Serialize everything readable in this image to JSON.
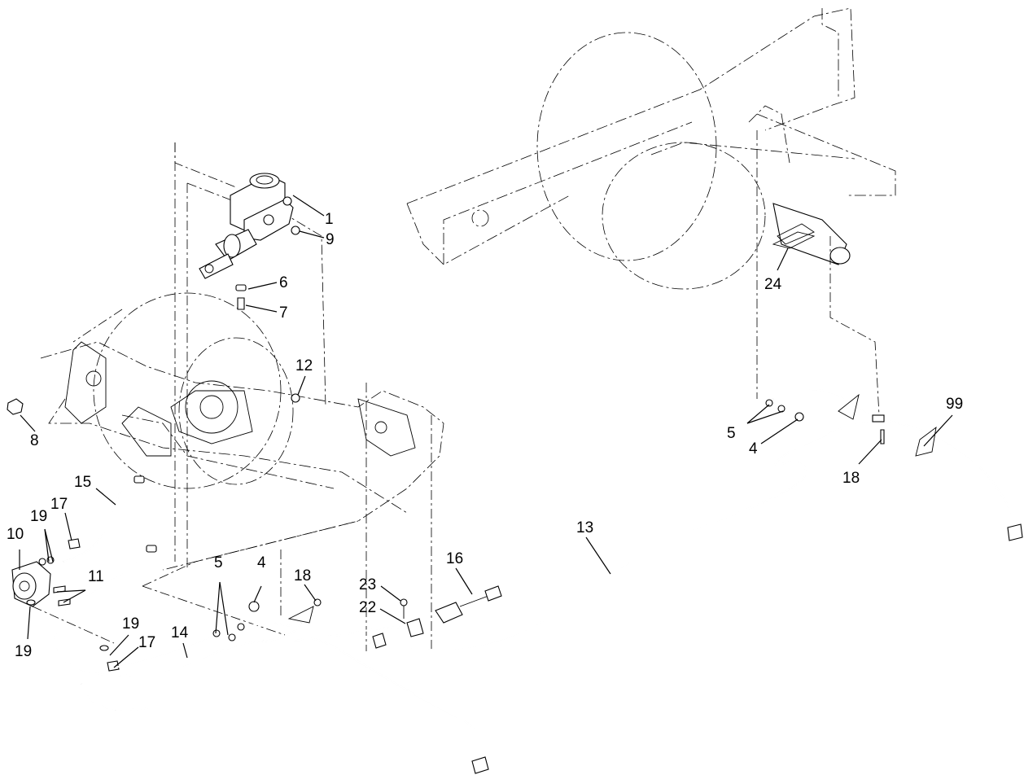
{
  "callouts": [
    {
      "id": "c1",
      "label": "1"
    },
    {
      "id": "c4a",
      "label": "4"
    },
    {
      "id": "c4b",
      "label": "4"
    },
    {
      "id": "c5a",
      "label": "5"
    },
    {
      "id": "c5b",
      "label": "5"
    },
    {
      "id": "c6",
      "label": "6"
    },
    {
      "id": "c7",
      "label": "7"
    },
    {
      "id": "c8",
      "label": "8"
    },
    {
      "id": "c9",
      "label": "9"
    },
    {
      "id": "c10",
      "label": "10"
    },
    {
      "id": "c11",
      "label": "11"
    },
    {
      "id": "c12",
      "label": "12"
    },
    {
      "id": "c13",
      "label": "13"
    },
    {
      "id": "c14",
      "label": "14"
    },
    {
      "id": "c15",
      "label": "15"
    },
    {
      "id": "c16",
      "label": "16"
    },
    {
      "id": "c17a",
      "label": "17"
    },
    {
      "id": "c17b",
      "label": "17"
    },
    {
      "id": "c18a",
      "label": "18"
    },
    {
      "id": "c18b",
      "label": "18"
    },
    {
      "id": "c19a",
      "label": "19"
    },
    {
      "id": "c19b",
      "label": "19"
    },
    {
      "id": "c19c",
      "label": "19"
    },
    {
      "id": "c22",
      "label": "22"
    },
    {
      "id": "c23",
      "label": "23"
    },
    {
      "id": "c24",
      "label": "24"
    },
    {
      "id": "c99",
      "label": "99"
    }
  ]
}
